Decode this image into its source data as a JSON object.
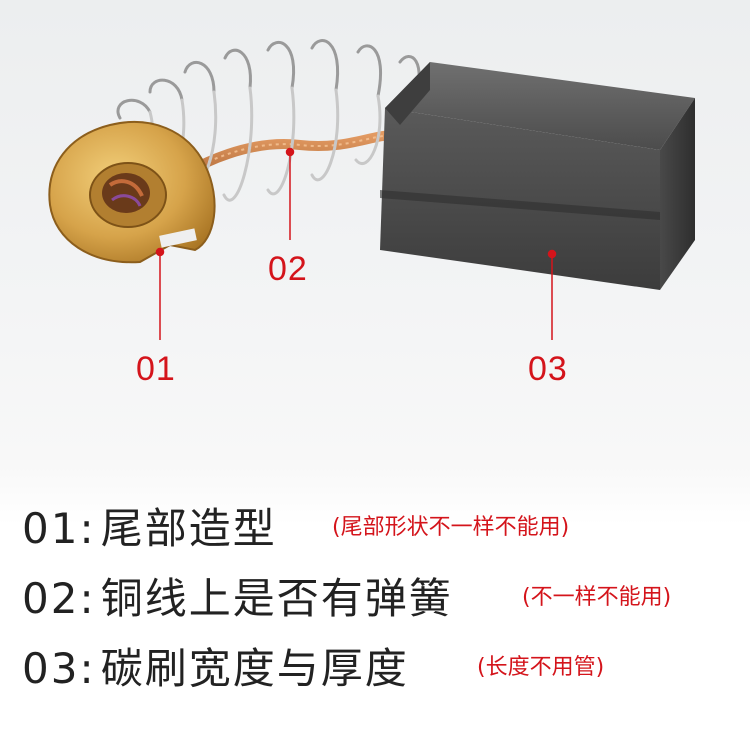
{
  "callouts": [
    {
      "id": "01",
      "label": "01"
    },
    {
      "id": "02",
      "label": "02"
    },
    {
      "id": "03",
      "label": "03"
    }
  ],
  "specs": [
    {
      "code": "01:",
      "text": "尾部造型",
      "note": "(尾部形状不一样不能用)"
    },
    {
      "code": "02:",
      "text": "铜线上是否有弹簧",
      "note": "(不一样不能用)"
    },
    {
      "code": "03:",
      "text": "碳刷宽度与厚度",
      "note": "(长度不用管)"
    }
  ],
  "colors": {
    "accent": "#d4141b",
    "text": "#222222"
  }
}
